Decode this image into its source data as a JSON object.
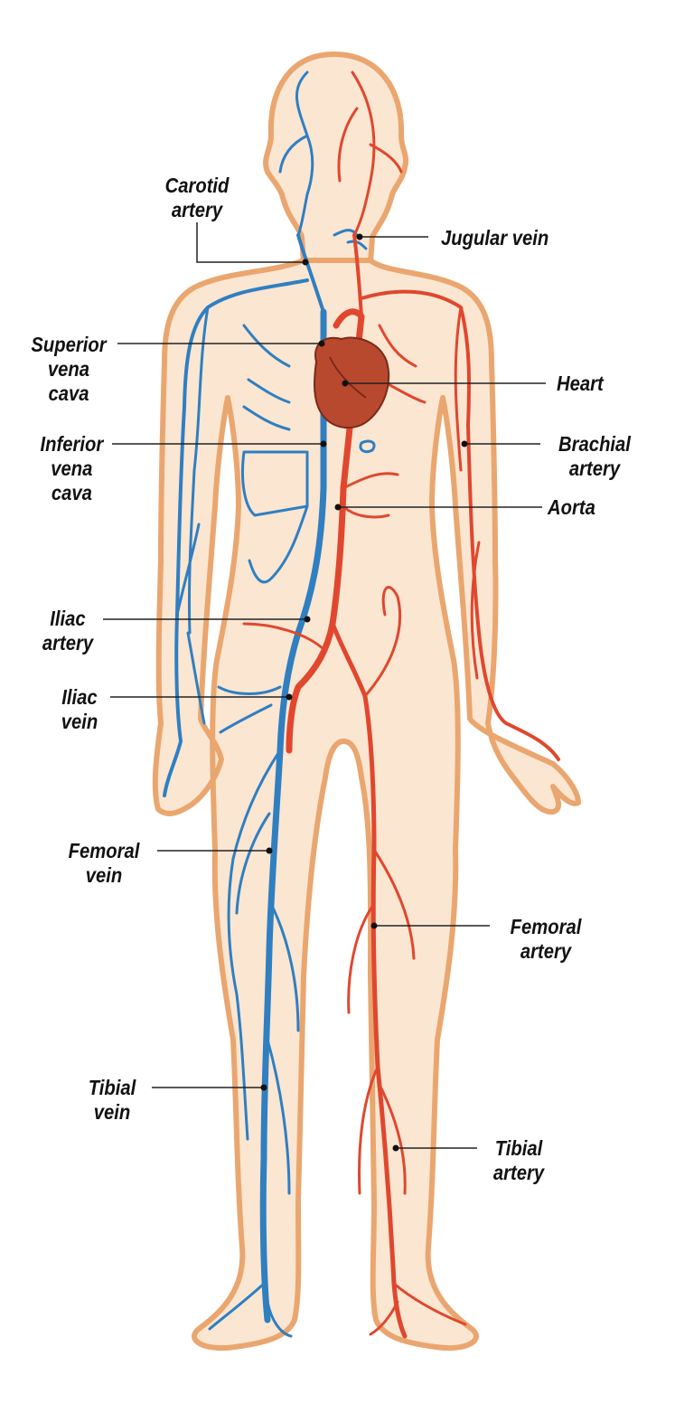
{
  "labels": {
    "carotid_artery": [
      "Carotid",
      "artery"
    ],
    "jugular_vein": [
      "Jugular vein"
    ],
    "superior_vena_cava": [
      "Superior",
      "vena",
      "cava"
    ],
    "heart": [
      "Heart"
    ],
    "inferior_vena_cava": [
      "Inferior",
      "vena",
      "cava"
    ],
    "brachial_artery": [
      "Brachial",
      "artery"
    ],
    "aorta": [
      "Aorta"
    ],
    "iliac_artery": [
      "Iliac",
      "artery"
    ],
    "iliac_vein": [
      "Iliac",
      "vein"
    ],
    "femoral_vein": [
      "Femoral",
      "vein"
    ],
    "femoral_artery": [
      "Femoral",
      "artery"
    ],
    "tibial_vein": [
      "Tibial",
      "vein"
    ],
    "tibial_artery": [
      "Tibial",
      "artery"
    ]
  },
  "colors": {
    "vein": "#2f7fc1",
    "artery": "#e0472e",
    "skin": "#fbe6d2",
    "skin_outline": "#eaa66f",
    "heart": "#b8492f",
    "leader_line": "#222222"
  }
}
